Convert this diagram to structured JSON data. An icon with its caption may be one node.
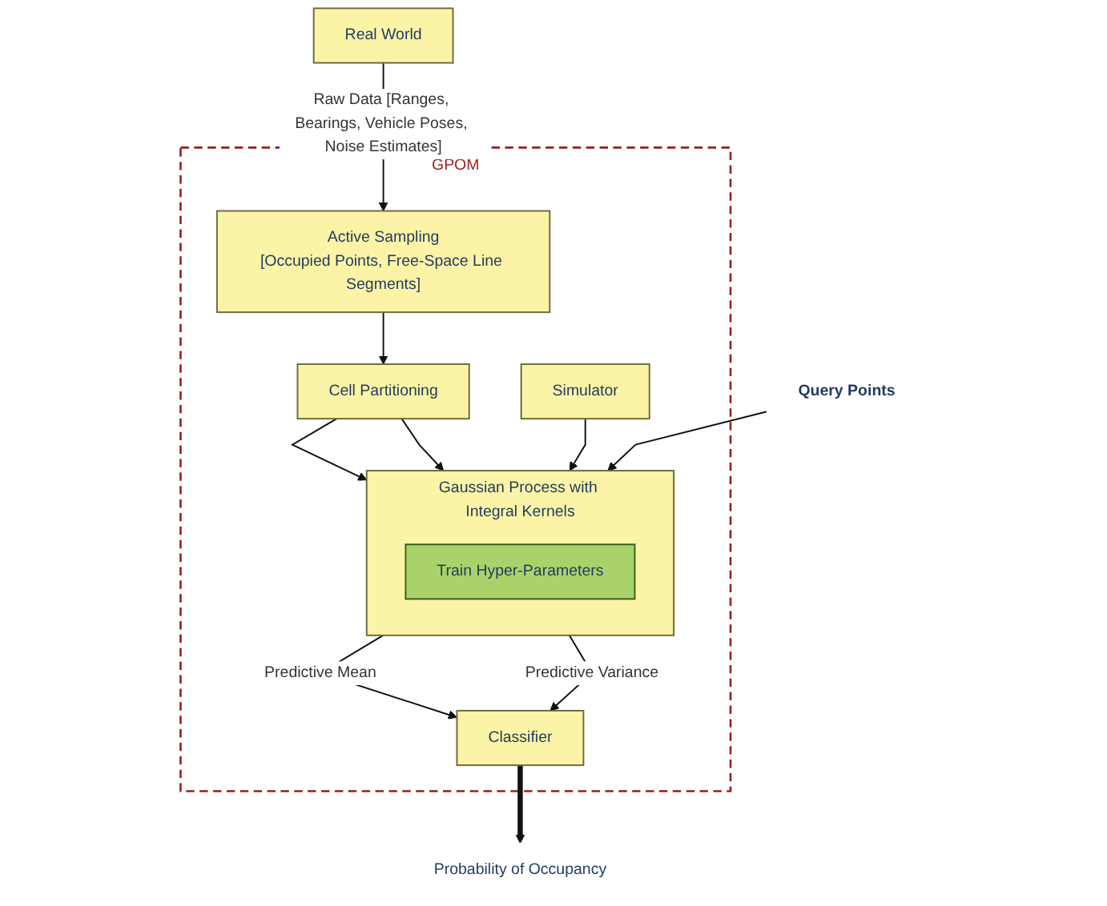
{
  "diagram": {
    "nodes": [
      {
        "text": [
          "Real World"
        ]
      },
      {
        "text": [
          "GPOM"
        ]
      },
      {
        "text": [
          "Active Sampling",
          "[Occupied Points, Free-Space Line Segments]"
        ],
        "in": 1
      },
      {
        "text": [
          "Cell Partitioning"
        ],
        "in": 1
      },
      {
        "text": [
          "Simulator"
        ],
        "in": 1
      },
      {
        "text": [
          "Gaussian Process with Integral Kernels"
        ],
        "in": 1
      },
      {
        "text": [
          "Train Hyper-Parameters"
        ],
        "in": 5
      },
      {
        "text": [
          "Classifier"
        ],
        "in": 1
      },
      {
        "text": [
          "Query Points"
        ]
      },
      {
        "text": [
          "Probability of Occupancy"
        ]
      }
    ],
    "edges": [
      {
        "from": 0,
        "to": 2,
        "arrow": "to",
        "label": "Raw Data [Ranges, Bearings, Vehicle Poses, Noise Estimates]"
      },
      {
        "from": 2,
        "to": 3,
        "arrow": "to"
      },
      {
        "from": 3,
        "to": 5,
        "arrow": "to"
      },
      {
        "from": 3,
        "to": 5,
        "arrow": "to"
      },
      {
        "from": 4,
        "to": 5,
        "arrow": "to"
      },
      {
        "from": 8,
        "to": 5,
        "arrow": "to"
      },
      {
        "from": 5,
        "to": 7,
        "arrow": "to",
        "label": "Predictive Mean"
      },
      {
        "from": 5,
        "to": 7,
        "arrow": "to",
        "label": "Predictive Variance"
      },
      {
        "from": 7,
        "to": 9,
        "arrow": "to",
        "style": "thick"
      }
    ]
  }
}
